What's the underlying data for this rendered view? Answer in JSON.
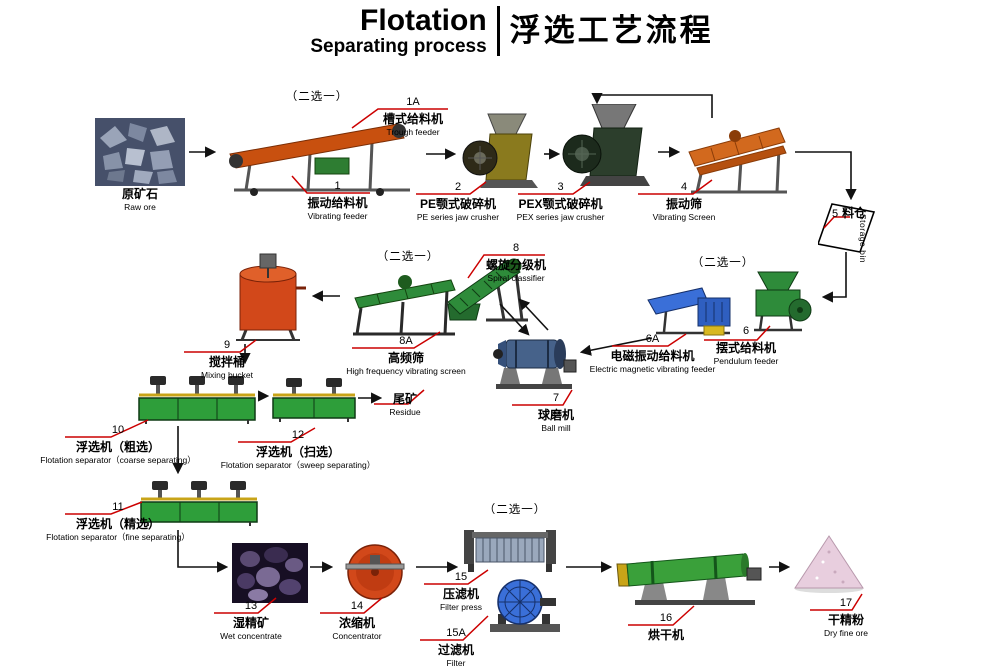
{
  "title": {
    "en_main": "Flotation",
    "en_sub": "Separating process",
    "zh": "浮选工艺流程"
  },
  "choose_one": "（二选一）",
  "colors": {
    "callout_red": "#cc0000",
    "arrow_black": "#111111"
  },
  "nodes": {
    "raw_ore": {
      "num": "",
      "zh": "原矿石",
      "en": "Raw ore"
    },
    "trough_feeder": {
      "num": "1A",
      "zh": "槽式给料机",
      "en": "Trough feeder"
    },
    "vibrating_feeder": {
      "num": "1",
      "zh": "振动给料机",
      "en": "Vibrating feeder"
    },
    "pe_crusher": {
      "num": "2",
      "zh": "PE颚式破碎机",
      "en": "PE series jaw crusher"
    },
    "pex_crusher": {
      "num": "3",
      "zh": "PEX颚式破碎机",
      "en": "PEX series jaw crusher"
    },
    "vibrating_screen": {
      "num": "4",
      "zh": "振动筛",
      "en": "Vibrating Screen"
    },
    "storage_bin": {
      "num": "5",
      "zh": "料仓",
      "en": "Storage bin"
    },
    "emv_feeder": {
      "num": "6A",
      "zh": "电磁振动给料机",
      "en": "Electric magnetic vibrating feeder"
    },
    "pendulum_feeder": {
      "num": "6",
      "zh": "摆式给料机",
      "en": "Pendulum feeder"
    },
    "ball_mill": {
      "num": "7",
      "zh": "球磨机",
      "en": "Ball mill"
    },
    "spiral_classifier": {
      "num": "8",
      "zh": "螺旋分级机",
      "en": "Spiral classifier"
    },
    "high_freq_screen": {
      "num": "8A",
      "zh": "高频筛",
      "en": "High frequency vibrating screen"
    },
    "mixing_bucket": {
      "num": "9",
      "zh": "搅拌桶",
      "en": "Mixing bucket"
    },
    "flotation_coarse": {
      "num": "10",
      "zh": "浮选机（粗选）",
      "en": "Flotation separator（coarse separating）"
    },
    "flotation_sweep": {
      "num": "12",
      "zh": "浮选机（扫选）",
      "en": "Flotation separator（sweep separating）"
    },
    "flotation_fine": {
      "num": "11",
      "zh": "浮选机（精选）",
      "en": "Flotation separator（fine separating）"
    },
    "residue": {
      "num": "",
      "zh": "尾矿",
      "en": "Residue"
    },
    "wet_concentrate": {
      "num": "13",
      "zh": "湿精矿",
      "en": "Wet concentrate"
    },
    "concentrator": {
      "num": "14",
      "zh": "浓缩机",
      "en": "Concentrator"
    },
    "filter_press": {
      "num": "15",
      "zh": "压滤机",
      "en": "Filter press"
    },
    "filter": {
      "num": "15A",
      "zh": "过滤机",
      "en": "Filter"
    },
    "dryer": {
      "num": "16",
      "zh": "烘干机",
      "en": ""
    },
    "dry_fine_ore": {
      "num": "17",
      "zh": "干精粉",
      "en": "Dry fine ore"
    }
  }
}
